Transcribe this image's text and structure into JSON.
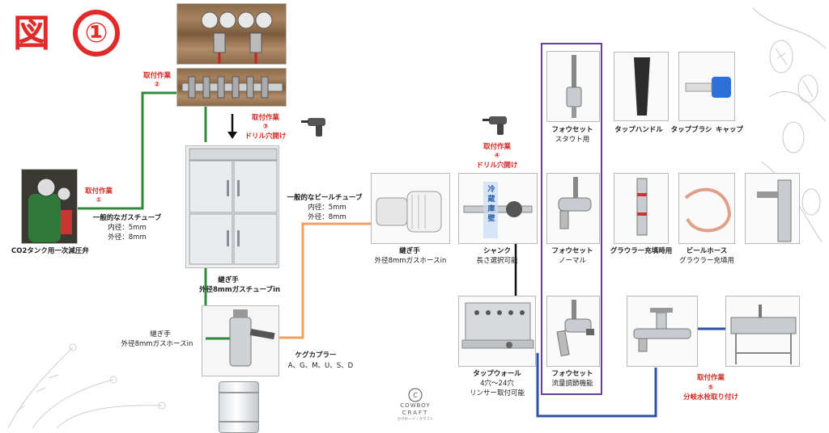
{
  "title": {
    "kanji": "図",
    "number": "①"
  },
  "labels": {
    "co2": "CO2タンク用一次減圧弁",
    "install1_title": "取付作業",
    "install1_num": "①",
    "gas_tube_title": "一般的なガスチューブ",
    "gas_tube_inner": "内径：5mm",
    "gas_tube_outer": "外径：8mm",
    "install2_title": "取付作業",
    "install2_num": "②",
    "install3_title": "取付作業",
    "install3_num": "③",
    "install3_desc": "ドリル穴開け",
    "joint1_title": "継ぎ手",
    "joint1_desc": "外径8mmガスチューブin",
    "beer_tube_title": "一般的なビールチューブ",
    "beer_tube_inner": "内径：5mm",
    "beer_tube_outer": "外径：8mm",
    "joint2_title": "継ぎ手",
    "joint2_desc": "外径8mmガスホースin",
    "joint3_title": "継ぎ手",
    "joint3_desc": "外径8mmガスホースin",
    "keg_title": "ケグカプラー",
    "keg_desc": "A、G、M、U、S、D",
    "install4_title": "取付作業",
    "install4_num": "④",
    "install4_desc": "ドリル穴開け",
    "shank_title": "シャンク",
    "shank_desc": "長さ選択可能",
    "wall_text": "冷蔵庫壁",
    "faucet_stout_title": "フォウセット",
    "faucet_stout_desc": "スタウト用",
    "faucet_normal_title": "フォウセット",
    "faucet_normal_desc": "ノーマル",
    "faucet_flow_title": "フォウセット",
    "faucet_flow_desc": "流量調節機能",
    "tap_handle": "タップハンドル",
    "tap_brush": "タップブラシ",
    "cap": "キャップ",
    "growler": "グラウラー充填時用",
    "beer_hose_title": "ビールホース",
    "beer_hose_desc": "グラウラー充填用",
    "tap_wall_title": "タップウォール",
    "tap_wall_desc1": "4穴〜24穴",
    "tap_wall_desc2": "リンサー取付可能",
    "install5_title": "取付作業",
    "install5_num": "⑤",
    "install5_desc": "分岐水栓取り付け",
    "logo_top": "COWBOY",
    "logo_bottom": "CRAFT",
    "logo_small": "カウボーイ・クラフト"
  },
  "colors": {
    "accent_red": "#d42a22",
    "gas_line": "#2f8a3c",
    "beer_line": "#f0a060",
    "water_line": "#2c52a0",
    "faucet_frame": "#6a3ea0"
  }
}
